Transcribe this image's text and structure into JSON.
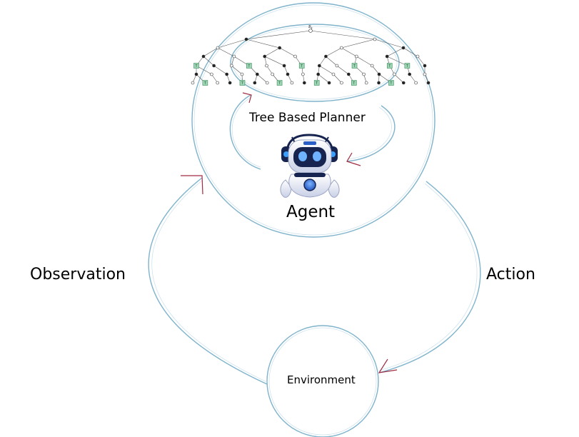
{
  "labels": {
    "tree_planner": "Tree Based Planner",
    "agent": "Agent",
    "observation": "Observation",
    "action": "Action",
    "environment": "Environment",
    "root_state": "s",
    "root_subscript": "t",
    "terminal_marker": "T"
  },
  "colors": {
    "cycle_line": "#7fb3cc",
    "arrowhead": "#a02a40",
    "tree_edge": "#555555",
    "terminal_fill": "#9fd6b5",
    "terminal_stroke": "#3a8a5c",
    "robot_body": "#e4e8f4",
    "robot_accent": "#2a5fc8",
    "robot_visor": "#16244f"
  },
  "icons": {
    "agent": "robot-icon",
    "planner": "search-tree-icon"
  }
}
